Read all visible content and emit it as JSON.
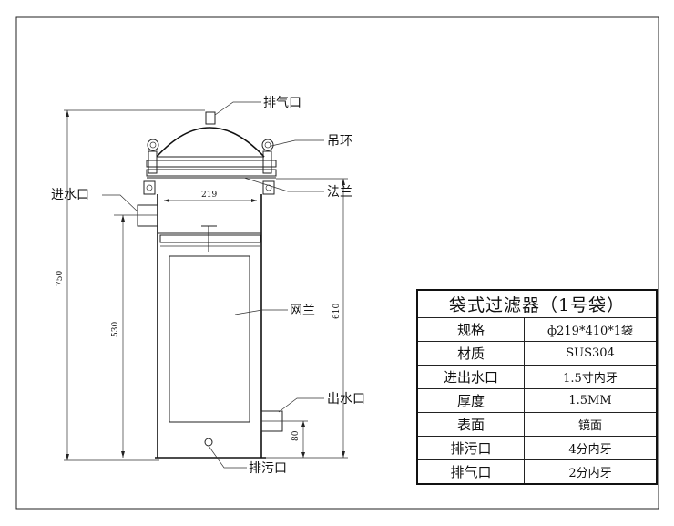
{
  "labels": {
    "vent": "排气口",
    "lifting_ring": "吊环",
    "inlet": "进水口",
    "flange": "法兰",
    "mesh": "网兰",
    "outlet": "出水口",
    "drain": "排污口"
  },
  "dimensions": {
    "inner_diameter": "219",
    "total_height": "750",
    "body_height": "610",
    "inlet_height": "530",
    "outlet_height": "80"
  },
  "spec_table": {
    "title": "袋式过滤器（1号袋）",
    "rows": [
      {
        "key": "规格",
        "value": "ф219*410*1袋"
      },
      {
        "key": "材质",
        "value": "SUS304"
      },
      {
        "key": "进出水口",
        "value": "1.5寸内牙"
      },
      {
        "key": "厚度",
        "value": "1.5MM"
      },
      {
        "key": "表面",
        "value": "镜面"
      },
      {
        "key": "排污口",
        "value": "4分内牙"
      },
      {
        "key": "排气口",
        "value": "2分内牙"
      }
    ]
  }
}
